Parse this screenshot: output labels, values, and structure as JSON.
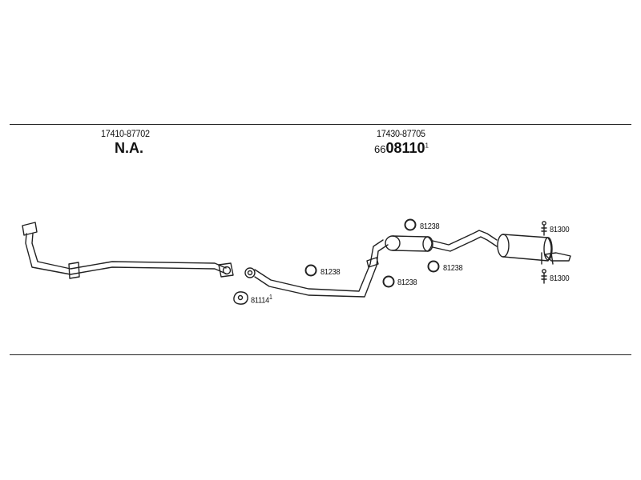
{
  "header": {
    "left_part_number": "17410-87702",
    "left_label": "N.A.",
    "right_part_number": "17430-87705",
    "right_code_prefix": "66",
    "right_code_main": "08110",
    "right_code_sup": "1"
  },
  "labels": {
    "gasket": "81114",
    "gasket_sup": "1",
    "ring_center": "81238",
    "ring_lower": "81238",
    "ring_top": "81238",
    "ring_right": "81238",
    "hanger_top": "81300",
    "hanger_bottom": "81300"
  }
}
